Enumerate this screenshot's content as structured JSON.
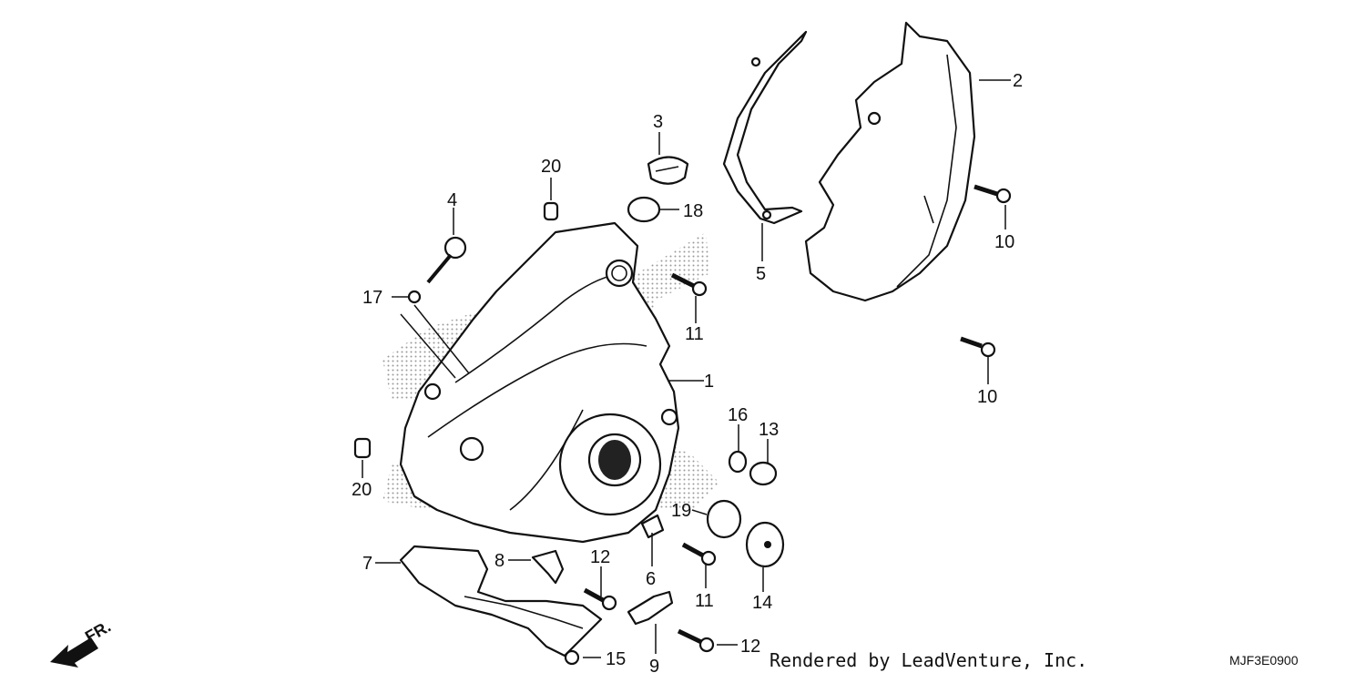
{
  "callouts": [
    "1",
    "2",
    "3",
    "4",
    "5",
    "6",
    "7",
    "8",
    "9",
    "10",
    "10",
    "11",
    "11",
    "12",
    "12",
    "13",
    "14",
    "15",
    "16",
    "17",
    "18",
    "19",
    "20",
    "20"
  ],
  "direction_label": "FR.",
  "credit": "Rendered by LeadVenture, Inc.",
  "diagram_code": "MJF3E0900"
}
